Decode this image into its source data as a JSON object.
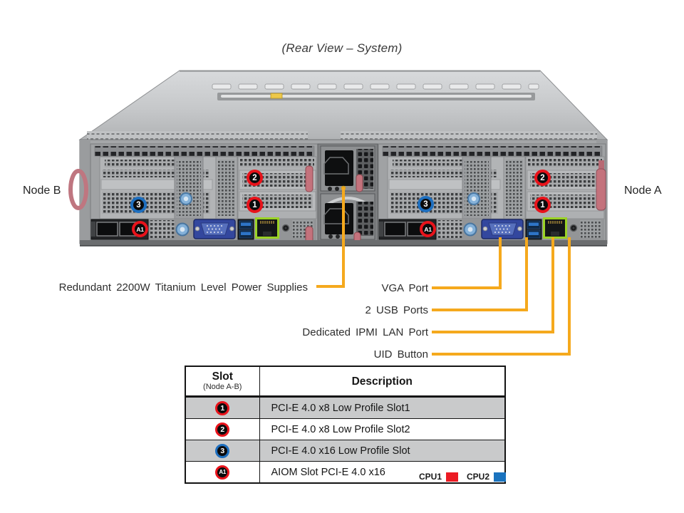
{
  "title": "(Rear View – System)",
  "nodes": {
    "left": "Node B",
    "right": "Node A"
  },
  "server_badges": [
    {
      "id": "node-b-slot2",
      "label": "2",
      "color": "red"
    },
    {
      "id": "node-b-slot1",
      "label": "1",
      "color": "red"
    },
    {
      "id": "node-b-slot3",
      "label": "3",
      "color": "blue"
    },
    {
      "id": "node-b-aiom",
      "label": "A1",
      "color": "red"
    },
    {
      "id": "node-a-slot2",
      "label": "2",
      "color": "red"
    },
    {
      "id": "node-a-slot1",
      "label": "1",
      "color": "red"
    },
    {
      "id": "node-a-slot3",
      "label": "3",
      "color": "blue"
    },
    {
      "id": "node-a-aiom",
      "label": "A1",
      "color": "red"
    }
  ],
  "callouts": {
    "power": "Redundant 2200W Titanium Level Power Supplies",
    "vga": "VGA Port",
    "usb": "2 USB Ports",
    "ipmi": "Dedicated IPMI LAN Port",
    "uid": "UID Button"
  },
  "table": {
    "header": {
      "slot_title": "Slot",
      "slot_subtitle": "(Node A-B)",
      "description": "Description"
    },
    "rows": [
      {
        "badge": "1",
        "badge_color": "red",
        "description": "PCI-E 4.0 x8 Low Profile Slot1"
      },
      {
        "badge": "2",
        "badge_color": "red",
        "description": "PCI-E 4.0 x8 Low Profile Slot2"
      },
      {
        "badge": "3",
        "badge_color": "blue",
        "description": "PCI-E 4.0 x16 Low Profile Slot"
      },
      {
        "badge": "A1",
        "badge_color": "red",
        "description": "AIOM Slot PCI-E 4.0 x16"
      }
    ]
  },
  "legend": [
    {
      "label": "CPU1",
      "color": "#EC1B23"
    },
    {
      "label": "CPU2",
      "color": "#1A73BE"
    }
  ],
  "colors": {
    "callout_line": "#F5A91D",
    "badge_red": "#E8131B",
    "badge_blue": "#1E6FBF",
    "table_row_gray": "#C9CACB",
    "lan_bezel_green": "#9AD225"
  }
}
